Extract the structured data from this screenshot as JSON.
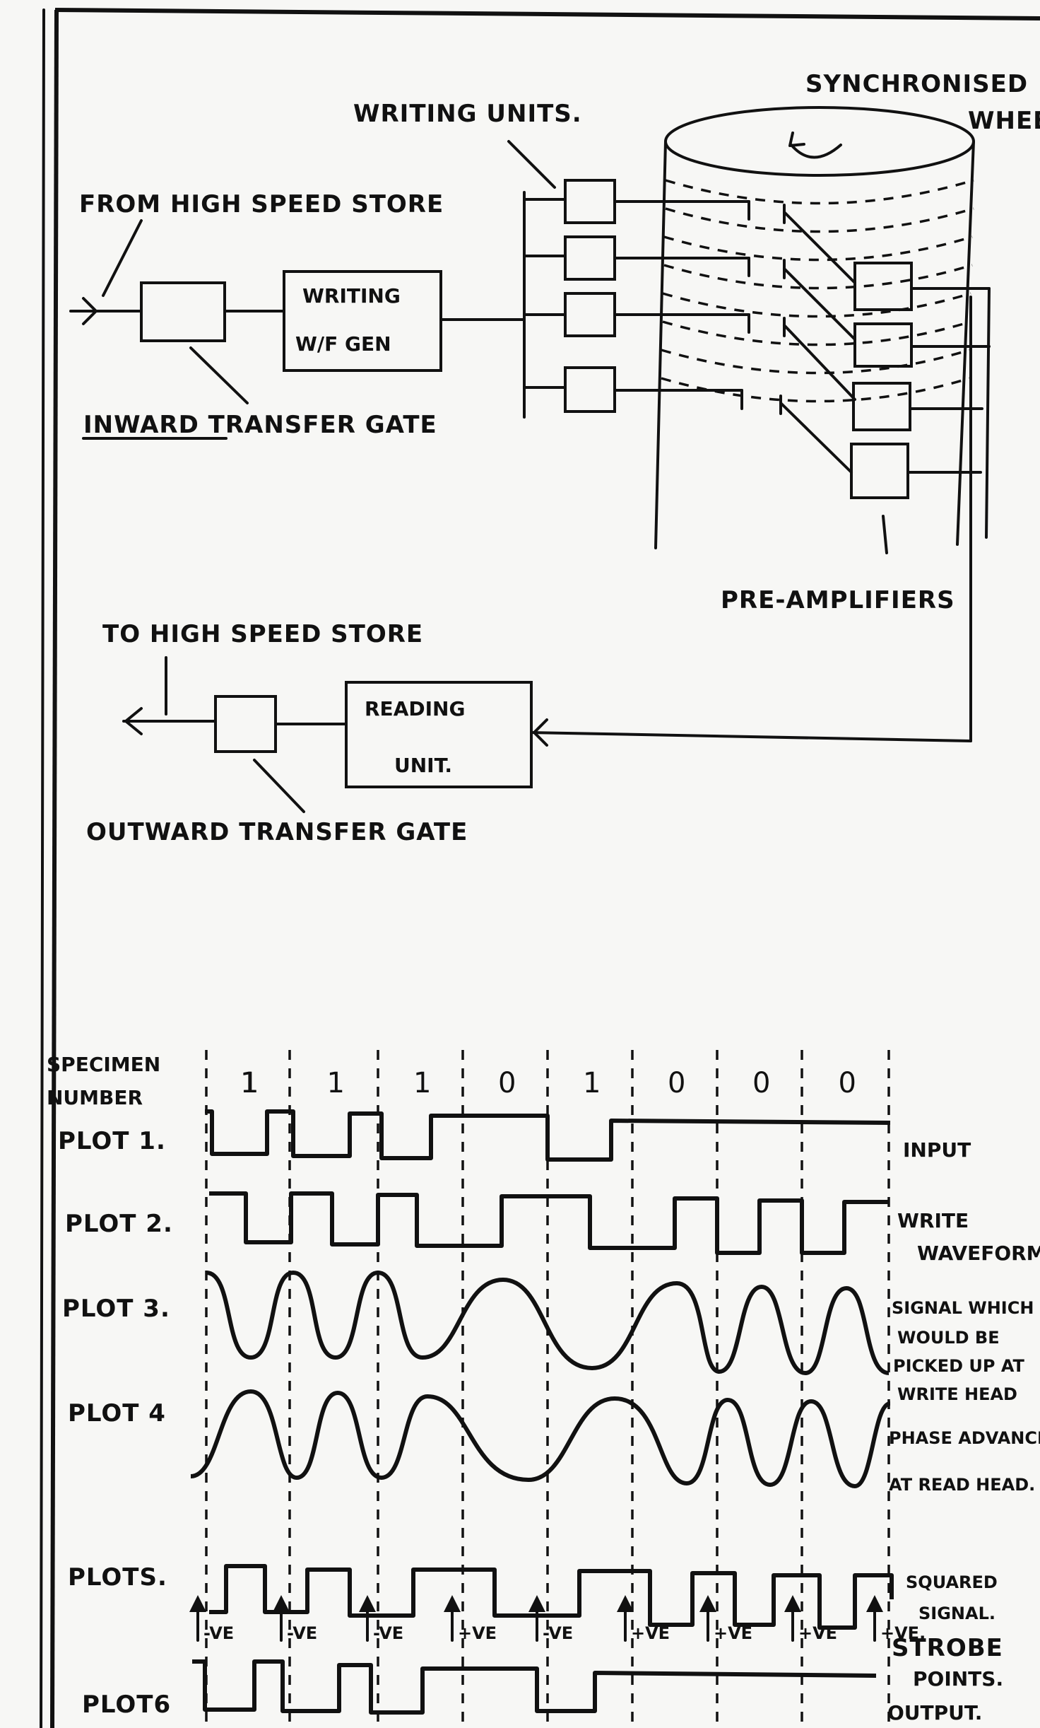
{
  "top": {
    "synchronised": "SYNCHRONISED",
    "wheel": "WHEEL",
    "writing_units": "WRITING UNITS.",
    "from_store": "FROM HIGH SPEED STORE",
    "writing_gen_line1": "WRITING",
    "writing_gen_line2": "W/F GEN",
    "inward_gate": "INWARD TRANSFER GATE",
    "pre_amplifiers": "PRE-AMPLIFIERS",
    "to_store": "TO HIGH SPEED STORE",
    "reading_line1": "READING",
    "reading_line2": "UNIT.",
    "outward_gate": "OUTWARD TRANSFER GATE"
  },
  "timing": {
    "specimen_line1": "SPECIMEN",
    "specimen_line2": "NUMBER",
    "digits": [
      "1",
      "1",
      "1",
      "1",
      "0",
      "1",
      "0",
      "0",
      "0"
    ],
    "plot_labels": [
      "PLOT 1.",
      "PLOT 2.",
      "PLOT 3.",
      "PLOT 4",
      "PLOTS.",
      "PLOT6"
    ],
    "right_labels": {
      "input": "INPUT",
      "write_line1": "WRITE",
      "write_line2": "WAVEFORM",
      "signal_line1": "SIGNAL WHICH",
      "signal_line2": "WOULD BE",
      "signal_line3": "PICKED UP AT",
      "signal_line4": "WRITE HEAD",
      "phase_line1": "PHASE ADVANCE",
      "phase_line2": "AT READ HEAD.",
      "squared_line1": "SQUARED",
      "squared_line2": "SIGNAL.",
      "strobe_line1": "STROBE",
      "strobe_line2": "POINTS.",
      "output": "OUTPUT."
    },
    "strobe_labels": [
      "-VE",
      "-VE",
      "-VE",
      "+VE",
      "-VE",
      "+VE",
      "+VE",
      "+VE",
      "+VE."
    ]
  }
}
